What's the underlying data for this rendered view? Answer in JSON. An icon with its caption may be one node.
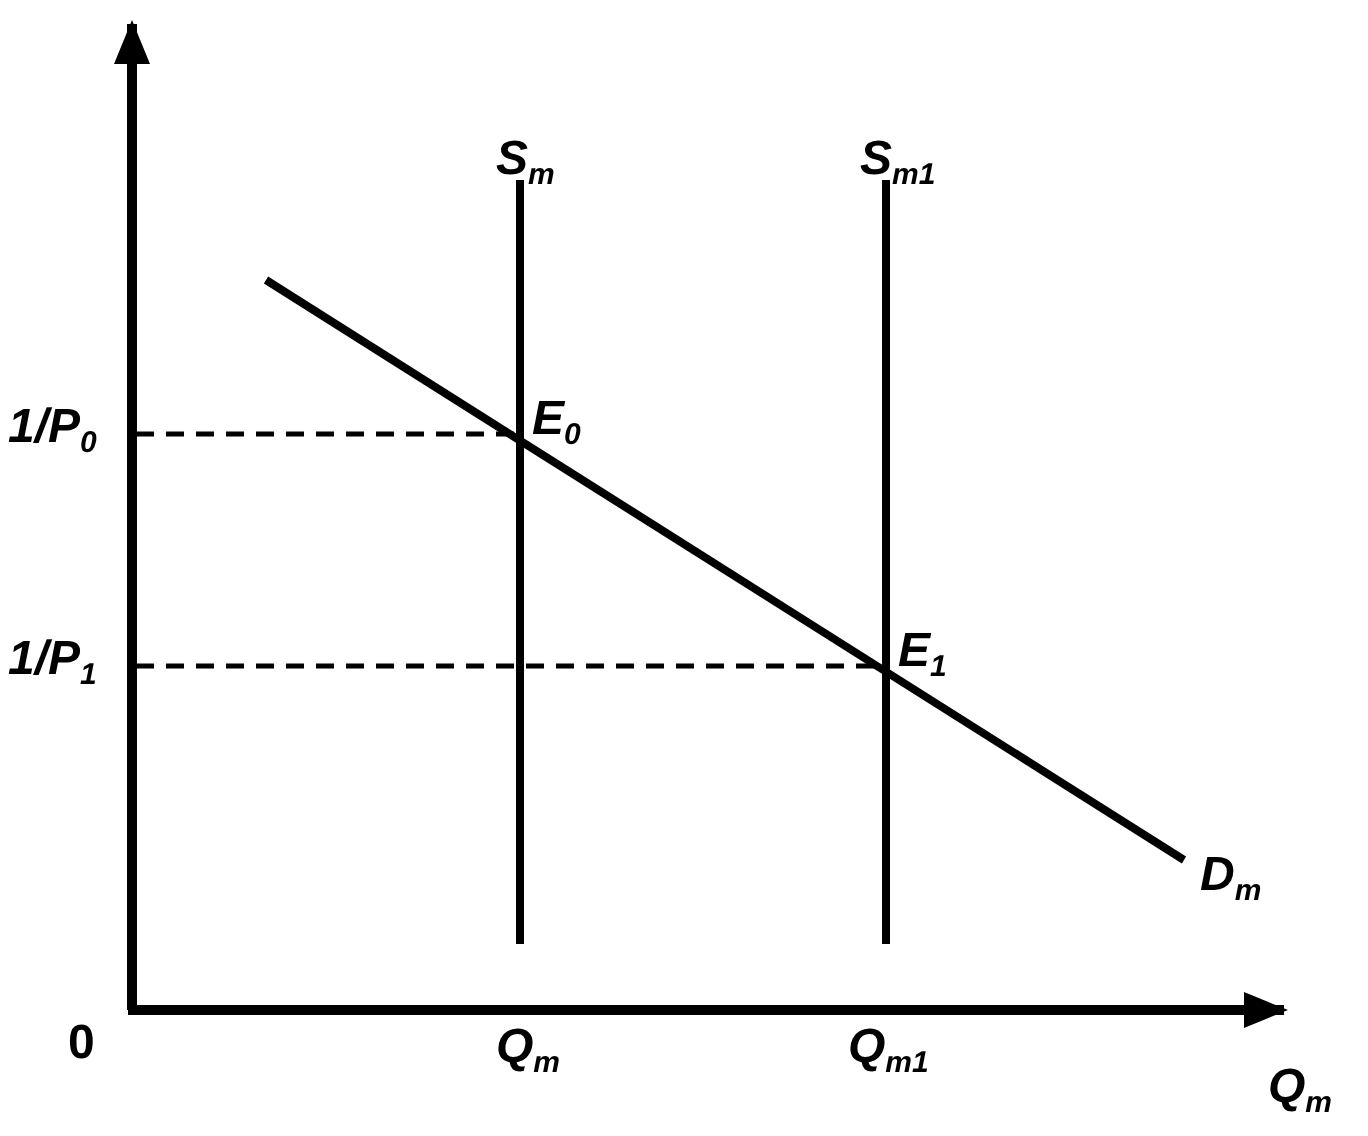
{
  "diagram": {
    "labels": [
      "S$_{m}$",
      "S$_{m1}$",
      "1/P$_{0}$",
      "E$_{0}$",
      "1/P$_{1}$",
      "E$_{1}$",
      "D$_{m}$",
      "0",
      "Q$_{m}$",
      "Q$_{m1}$",
      "Q$_{m}$"
    ]
  }
}
